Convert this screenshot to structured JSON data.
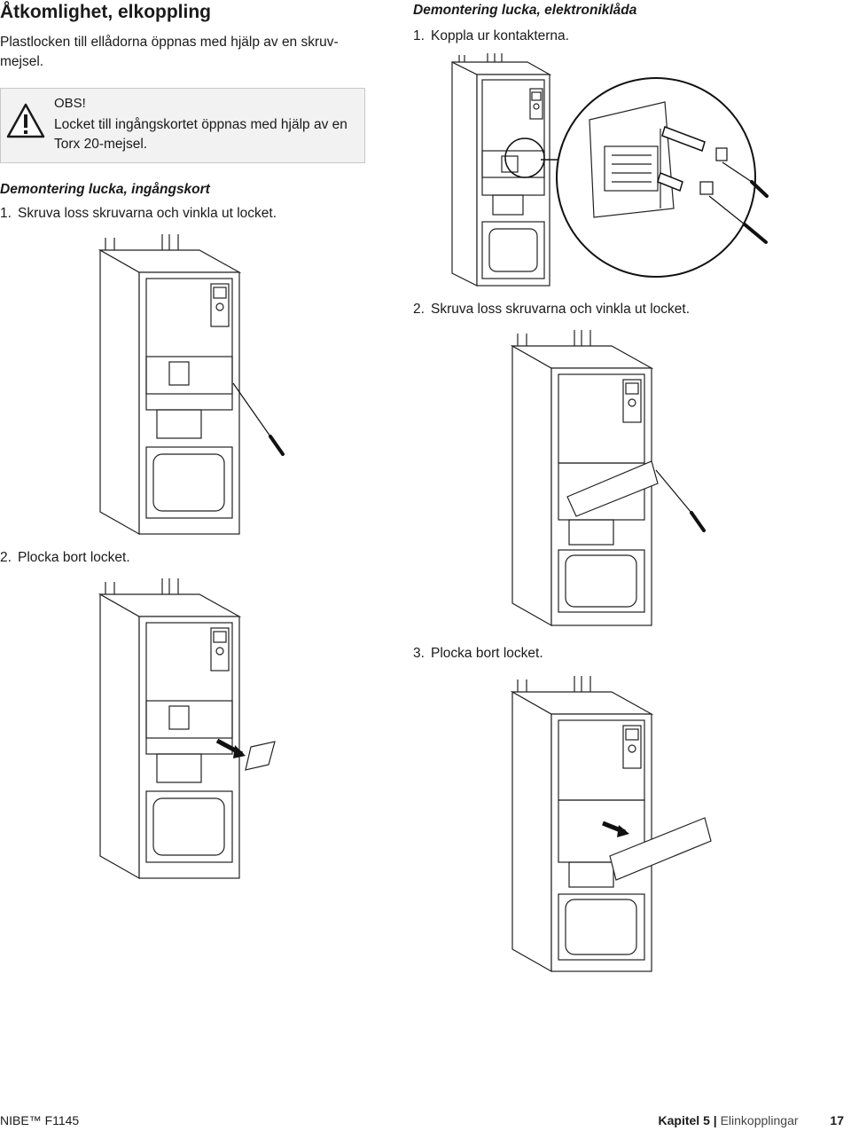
{
  "heading": "Åtkomlighet, elkoppling",
  "intro": "Plastlocken till ellådorna öppnas med hjälp av en skruv-mejsel.",
  "warning": {
    "label": "OBS!",
    "text": "Locket till ingångskortet öppnas med hjälp av en Torx 20-mejsel."
  },
  "left_section": {
    "title": "Demontering lucka, ingångskort",
    "steps": [
      {
        "num": "1.",
        "text": "Skruva loss skruvarna och vinkla ut locket."
      },
      {
        "num": "2.",
        "text": "Plocka bort locket."
      }
    ]
  },
  "right_section": {
    "title": "Demontering lucka, elektroniklåda",
    "steps": [
      {
        "num": "1.",
        "text": "Koppla ur kontakterna."
      },
      {
        "num": "2.",
        "text": "Skruva loss skruvarna och vinkla ut locket."
      },
      {
        "num": "3.",
        "text": "Plocka bort locket."
      }
    ]
  },
  "footer": {
    "product": "NIBE™ F1145",
    "chapter": "Kapitel 5",
    "separator": "|",
    "chapter_title": "Elinkopplingar",
    "page": "17"
  },
  "icons": {
    "warning": "warning-triangle-icon"
  }
}
